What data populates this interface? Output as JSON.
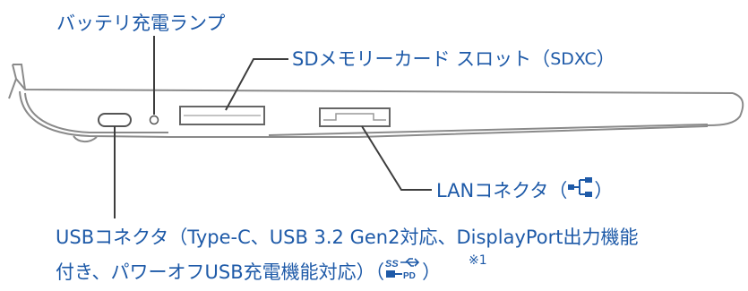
{
  "labels": {
    "battery_led": "バッテリ充電ランプ",
    "sd_slot_prefix": "SDメモリーカード スロット（",
    "sd_slot_code": "SDXC",
    "sd_slot_suffix": "）",
    "lan_prefix": "LANコネクタ（",
    "lan_suffix": " ）",
    "usb_line1": "USBコネクタ（Type-C、USB 3.2 Gen2対応、DisplayPort出力機能",
    "usb_line2_prefix": "付き、パワーオフUSB充電機能対応）（",
    "usb_line2_suffix": "）",
    "usb_logo_top": "SS",
    "usb_logo_bottom": "PD",
    "footnote": "※1"
  },
  "icons": {
    "lan_icon": "lan-network-icon",
    "usb_icon": "superspeed-usb-power-delivery-logo-icon"
  },
  "colors": {
    "label_blue": "#1e5aa8",
    "line_dark": "#3d3d3d",
    "outline_gray": "#888888"
  }
}
